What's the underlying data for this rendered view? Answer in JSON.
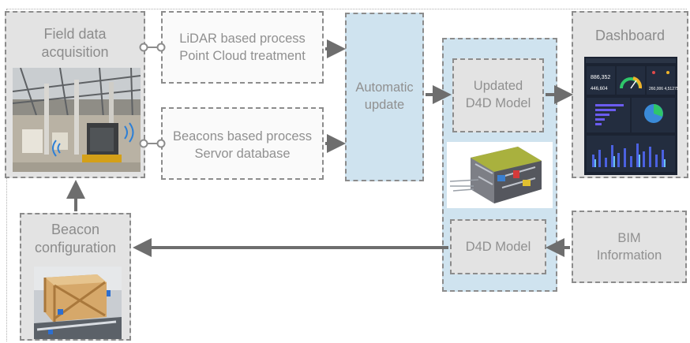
{
  "boxes": {
    "field_data": "Field data\nacquisition",
    "lidar": "LiDAR based process\nPoint Cloud treatment",
    "beacons": "Beacons based process\nServor database",
    "auto_update": "Automatic\nupdate",
    "updated_d4d": "Updated\nD4D Model",
    "d4d_model": "D4D Model",
    "dashboard": "Dashboard",
    "bim": "BIM\nInformation",
    "beacon_config": "Beacon\nconfiguration"
  },
  "colors": {
    "box_gray": "#e3e3e3",
    "box_blue": "#cfe3ef",
    "arrow": "#6e6e6e",
    "text": "#8c8c8c"
  }
}
